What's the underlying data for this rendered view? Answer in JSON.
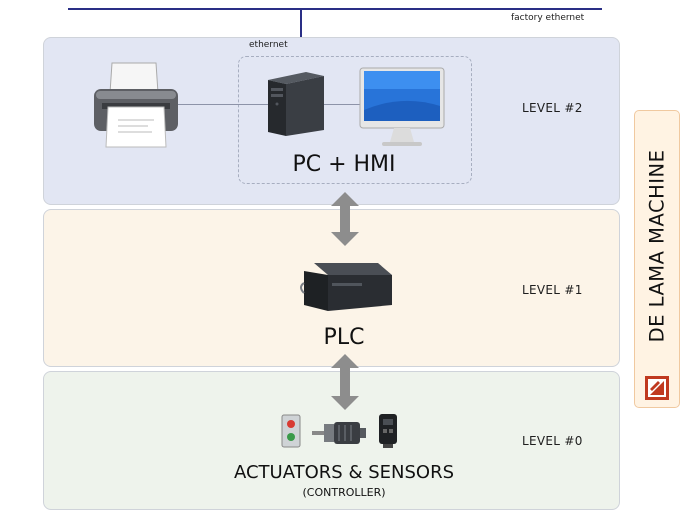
{
  "network": {
    "factory_label": "factory ethernet",
    "ethernet_label": "ethernet"
  },
  "levels": [
    {
      "label": "LEVEL #2",
      "title": "PC + HMI"
    },
    {
      "label": "LEVEL #1",
      "title": "PLC"
    },
    {
      "label": "LEVEL #0",
      "title": "ACTUATORS & SENSORS",
      "subtitle": "(CONTROLLER)"
    }
  ],
  "brand": {
    "name": "DE LAMA MACHINE"
  },
  "colors": {
    "level2_bg": "#e2e6f3",
    "level1_bg": "#fcf4e8",
    "level0_bg": "#eef3ec",
    "network_line": "#2a2f86",
    "arrow": "#8d8d8d",
    "brand_bg": "#fff3e3",
    "brand_icon": "#c0391f"
  },
  "icons": [
    "printer-icon",
    "pc-tower-icon",
    "monitor-icon",
    "plc-icon",
    "push-button-icon",
    "motor-icon",
    "sensor-icon",
    "logo-icon",
    "double-arrow-icon"
  ]
}
